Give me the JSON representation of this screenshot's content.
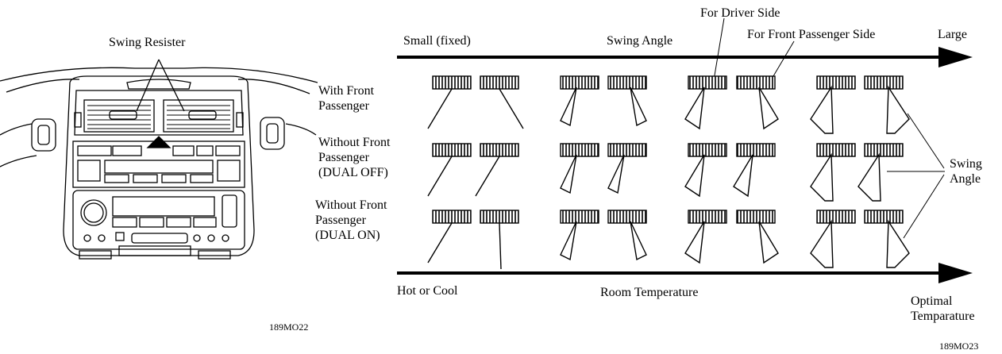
{
  "dashboard": {
    "title": "Swing Resister",
    "figure_code": "189MO22"
  },
  "diagram": {
    "top_axis": {
      "left_label": "Small (fixed)",
      "center_label": "Swing Angle",
      "right_label": "Large"
    },
    "callouts": {
      "driver_side": "For Driver Side",
      "passenger_side": "For Front Passenger Side",
      "swing_angle_line1": "Swing",
      "swing_angle_line2": "Angle"
    },
    "rows": [
      {
        "line1": "With Front",
        "line2": "Passenger",
        "line3": ""
      },
      {
        "line1": "Without Front",
        "line2": "Passenger",
        "line3": "(DUAL OFF)"
      },
      {
        "line1": "Without Front",
        "line2": "Passenger",
        "line3": "(DUAL ON)"
      }
    ],
    "bottom_axis": {
      "left_label": "Hot or Cool",
      "center_label": "Room Temperature",
      "right_label_line1": "Optimal",
      "right_label_line2": "Temparature"
    },
    "figure_code": "189MO23"
  }
}
